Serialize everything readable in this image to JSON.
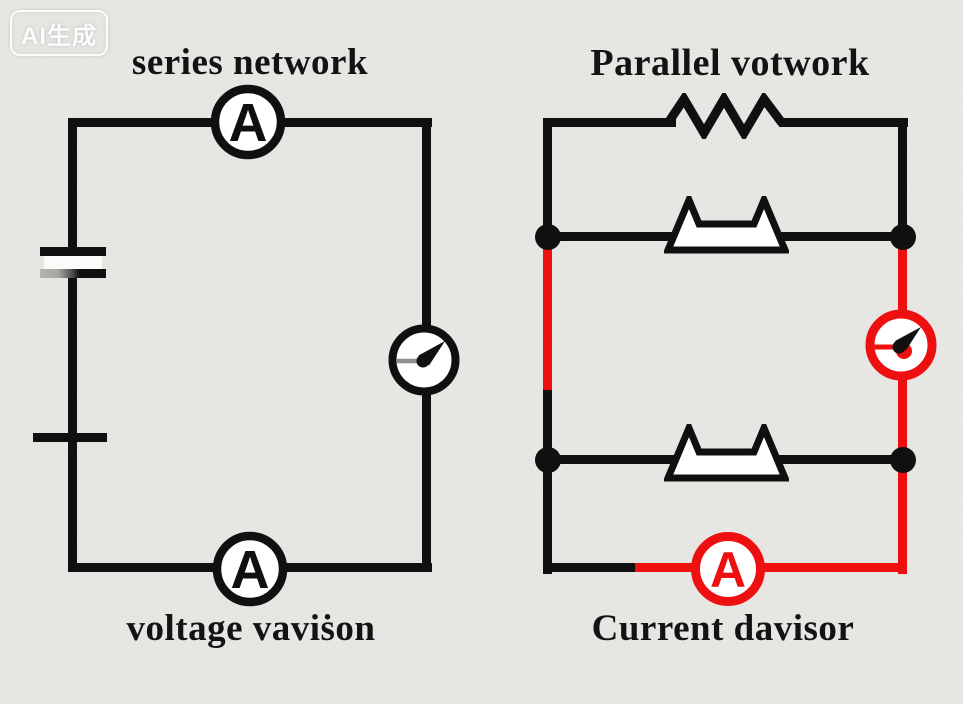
{
  "watermark": {
    "text": "AI生成"
  },
  "colors": {
    "background": "#eae9e6",
    "ink": "#101010",
    "accent_red": "#ee1010",
    "stub_gray": "#8f8f8c"
  },
  "left_circuit": {
    "title": "series network",
    "caption": "voltage vaviṡon",
    "top_ammeter_label": "A",
    "bottom_ammeter_label": "A"
  },
  "right_circuit": {
    "title": "Parallel votwork",
    "caption": "Current davisor",
    "ammeter_label": "A"
  }
}
